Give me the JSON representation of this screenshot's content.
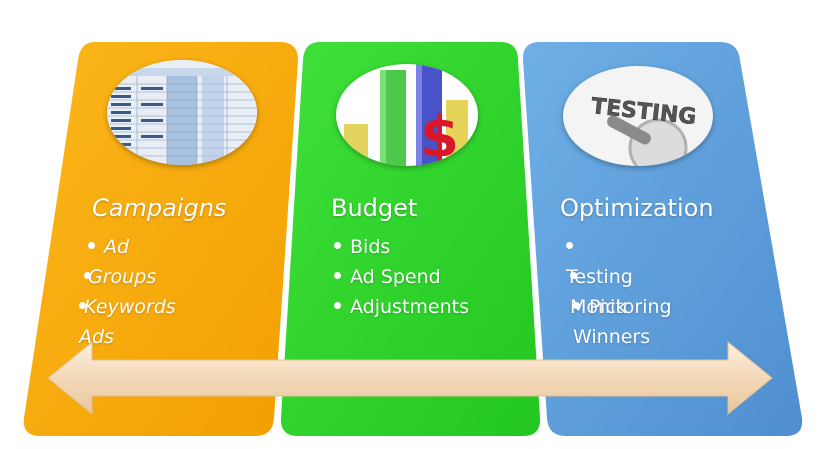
{
  "colors": {
    "campaigns": "#F7A600",
    "budget": "#2FD52C",
    "optimization": "#5A9FDA",
    "arrow": "#F5DEC2"
  },
  "columns": [
    {
      "title": "Campaigns",
      "icon": "spreadsheet-icon",
      "items": [
        "Ad Groups",
        "Keywords",
        "Ads"
      ]
    },
    {
      "title": "Budget",
      "icon": "bar-chart-dollar-icon",
      "items": [
        "Bids",
        "Ad Spend",
        "Adjustments"
      ]
    },
    {
      "title": "Optimization",
      "icon": "testing-magnifier-icon",
      "items": [
        "Testing",
        "Monitoring",
        "Pick Winners"
      ]
    }
  ],
  "testing_badge": "TESTING"
}
